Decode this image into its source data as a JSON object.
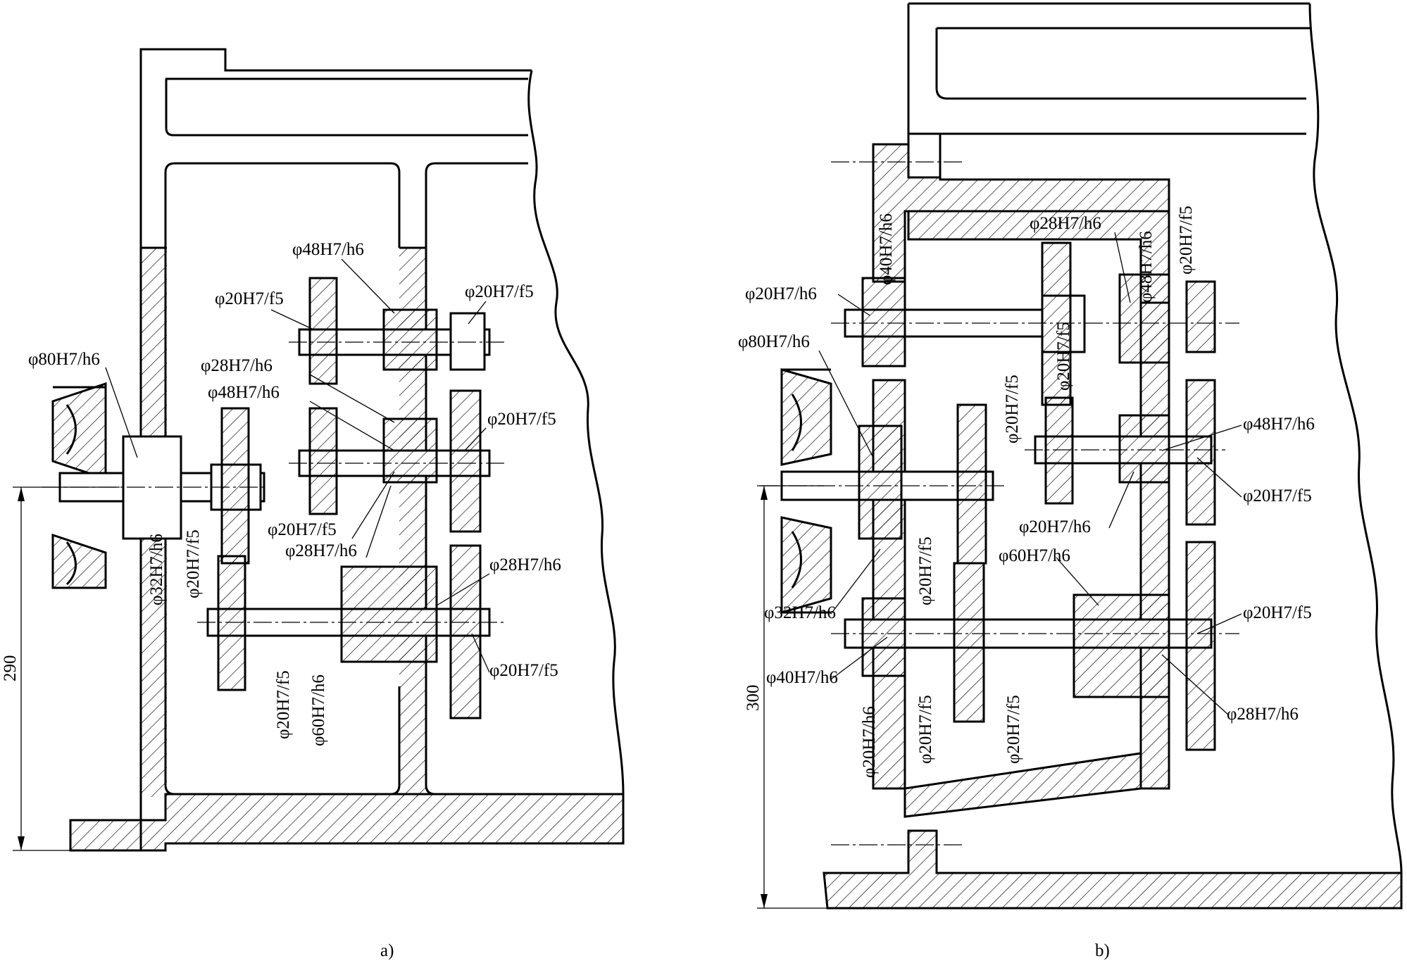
{
  "figure": {
    "panel_a": {
      "caption": "a)",
      "dimension": "290",
      "fits": [
        "φ80H7/h6",
        "φ32H7/h6",
        "φ20H7/f5",
        "φ48H7/h6",
        "φ20H7/f5",
        "φ20H7/f5",
        "φ28H7/h6",
        "φ48H7/h6",
        "φ20H7/f5",
        "φ20H7/f5",
        "φ28H7/h6",
        "φ28H7/h6",
        "φ20H7/f5",
        "φ20H7/f5",
        "φ60H7/h6"
      ]
    },
    "panel_b": {
      "caption": "b)",
      "dimension": "300",
      "fits": [
        "φ20H7/h6",
        "φ40H7/h6",
        "φ28H7/h6",
        "φ48H7/h6",
        "φ20H7/f5",
        "φ80H7/h6",
        "φ20H7/f5",
        "φ20H7/f5",
        "φ48H7/h6",
        "φ20H7/f5",
        "φ20H7/h6",
        "φ60H7/h6",
        "φ20H7/f5",
        "φ32H7/h6",
        "φ20H7/f5",
        "φ40H7/h6",
        "φ28H7/h6",
        "φ20H7/h6",
        "φ20H7/f5",
        "φ20H7/f5"
      ]
    }
  }
}
